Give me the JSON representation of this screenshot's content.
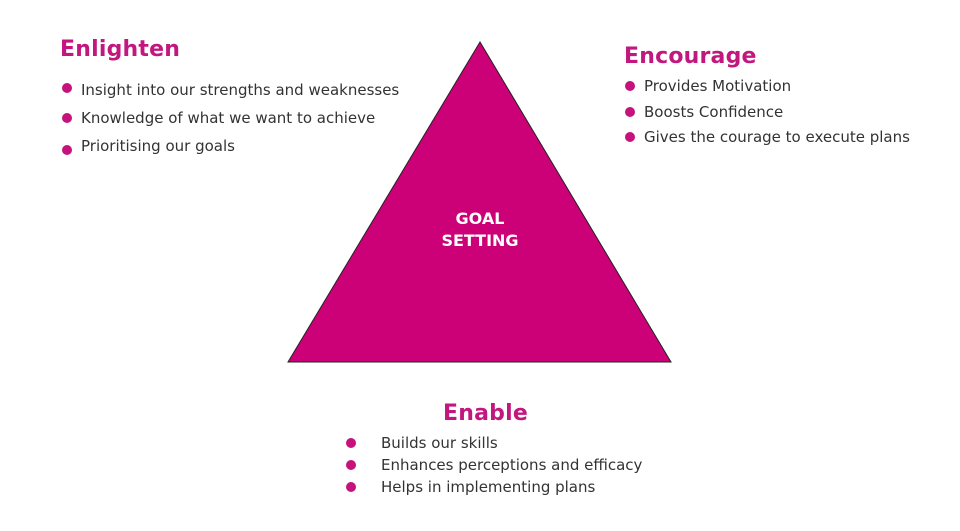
{
  "colors": {
    "accent": "#c5127c",
    "triangle_fill": "#cc0077",
    "text": "#333333",
    "label_text": "#ffffff"
  },
  "center": {
    "line1": "GOAL",
    "line2": "SETTING"
  },
  "enlighten": {
    "title": "Enlighten",
    "items": [
      "Insight into our strengths and weaknesses",
      "Knowledge of what we want to achieve",
      "Prioritising our goals"
    ]
  },
  "encourage": {
    "title": "Encourage",
    "items": [
      "Provides Motivation",
      "Boosts Confidence",
      "Gives the courage to execute plans"
    ]
  },
  "enable": {
    "title": "Enable",
    "items": [
      "Builds our skills",
      "Enhances perceptions and efficacy",
      "Helps in implementing plans"
    ]
  }
}
